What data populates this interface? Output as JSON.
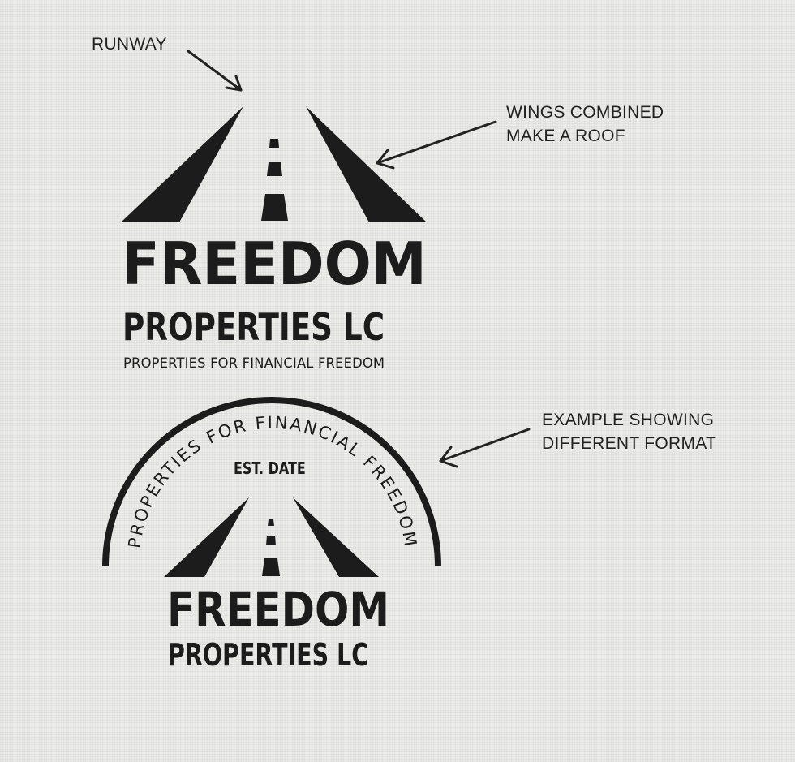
{
  "annotations": {
    "runway": "RUNWAY",
    "wings_line1": "WINGS COMBINED",
    "wings_line2": "MAKE A ROOF",
    "example_line1": "EXAMPLE SHOWING",
    "example_line2": "DIFFERENT FORMAT"
  },
  "logo_primary": {
    "name": "FREEDOM",
    "subname": "PROPERTIES LC",
    "tagline": "PROPERTIES FOR FINANCIAL FREEDOM"
  },
  "logo_badge": {
    "arc_text": "PROPERTIES FOR FINANCIAL FREEDOM",
    "est": "EST. DATE",
    "name": "FREEDOM",
    "subname": "PROPERTIES LC"
  },
  "colors": {
    "ink": "#1c1c1c",
    "paper": "#ebebe9"
  }
}
